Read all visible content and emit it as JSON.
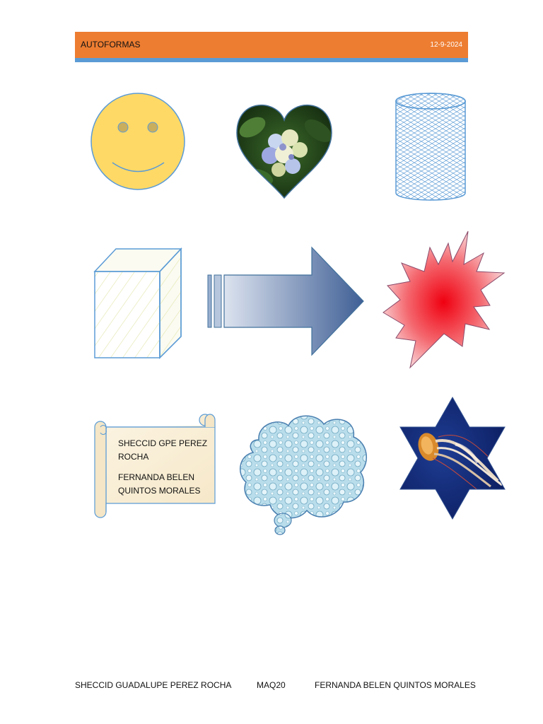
{
  "header": {
    "title": "AUTOFORMAS",
    "date": "12-9-2024",
    "bar_color": "#ED7D31",
    "rule_color": "#5B9BD5"
  },
  "shapes": [
    {
      "name": "smiley-face",
      "fill": "#FFD966",
      "outline": "#5B9BD5"
    },
    {
      "name": "heart-with-hydrangea-photo"
    },
    {
      "name": "cylinder-with-blue-crosshatch"
    },
    {
      "name": "cube-with-diagonal-stripes"
    },
    {
      "name": "block-arrow-right-gradient"
    },
    {
      "name": "explosion-star-red-gradient"
    },
    {
      "name": "scroll-banner"
    },
    {
      "name": "thought-cloud-water-drops"
    },
    {
      "name": "six-pointed-star-jellyfish-photo"
    }
  ],
  "scroll": {
    "line1": "SHECCID GPE PEREZ ROCHA",
    "line2": "FERNANDA BELEN QUINTOS MORALES"
  },
  "footer": {
    "left": "SHECCID GUADALUPE PEREZ ROCHA",
    "center": "MAQ20",
    "right": "FERNANDA BELEN QUINTOS MORALES"
  }
}
